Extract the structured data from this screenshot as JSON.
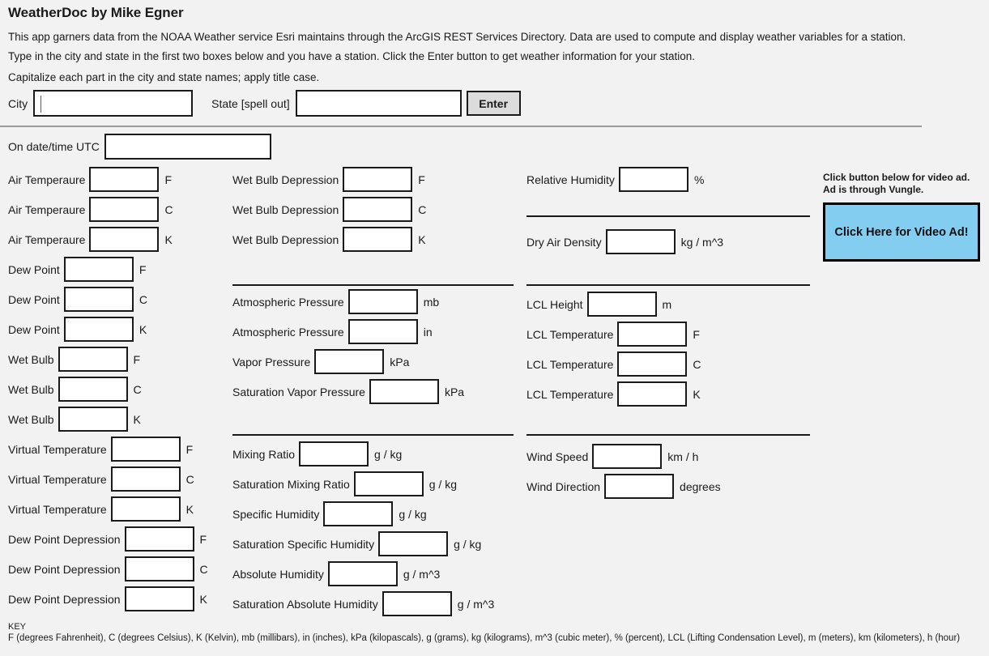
{
  "header": {
    "title": "WeatherDoc by Mike Egner",
    "intro_line_1": "This app garners data from the NOAA Weather service Esri maintains through the ArcGIS REST Services Directory.  Data are used to compute and display weather variables for a station.",
    "intro_line_2": "Type in the city and state in the first two boxes below and you have a station.  Click the Enter button to get weather information for your station.",
    "intro_line_3": "Capitalize each part in the city and state names; apply title case."
  },
  "entry": {
    "city_label": "City",
    "city_value": "",
    "state_label": "State [spell out]",
    "state_value": "",
    "enter_label": "Enter"
  },
  "datetime": {
    "label": "On date/time UTC",
    "value": ""
  },
  "columns": {
    "left": [
      {
        "label": "Air Temperaure",
        "value": "",
        "unit": "F"
      },
      {
        "label": "Air Temperaure",
        "value": "",
        "unit": "C"
      },
      {
        "label": "Air Temperaure",
        "value": "",
        "unit": "K"
      },
      {
        "label": "Dew Point",
        "value": "",
        "unit": "F"
      },
      {
        "label": "Dew Point",
        "value": "",
        "unit": "C"
      },
      {
        "label": "Dew Point",
        "value": "",
        "unit": "K"
      },
      {
        "label": "Wet Bulb",
        "value": "",
        "unit": "F"
      },
      {
        "label": "Wet Bulb",
        "value": "",
        "unit": "C"
      },
      {
        "label": "Wet Bulb",
        "value": "",
        "unit": "K"
      },
      {
        "label": "Virtual Temperature",
        "value": "",
        "unit": "F"
      },
      {
        "label": "Virtual Temperature",
        "value": "",
        "unit": "C"
      },
      {
        "label": "Virtual Temperature",
        "value": "",
        "unit": "K"
      },
      {
        "label": "Dew Point Depression",
        "value": "",
        "unit": "F"
      },
      {
        "label": "Dew Point Depression",
        "value": "",
        "unit": "C"
      },
      {
        "label": "Dew Point Depression",
        "value": "",
        "unit": "K"
      }
    ],
    "middle_group_1": [
      {
        "label": "Wet Bulb Depression",
        "value": "",
        "unit": "F"
      },
      {
        "label": "Wet Bulb Depression",
        "value": "",
        "unit": "C"
      },
      {
        "label": "Wet Bulb Depression",
        "value": "",
        "unit": "K"
      }
    ],
    "middle_group_2": [
      {
        "label": "Atmospheric Pressure",
        "value": "",
        "unit": "mb"
      },
      {
        "label": "Atmospheric Pressure",
        "value": "",
        "unit": "in"
      },
      {
        "label": "Vapor Pressure",
        "value": "",
        "unit": "kPa"
      },
      {
        "label": "Saturation Vapor Pressure",
        "value": "",
        "unit": "kPa"
      }
    ],
    "middle_group_3": [
      {
        "label": "Mixing Ratio",
        "value": "",
        "unit": "g / kg"
      },
      {
        "label": "Saturation Mixing Ratio",
        "value": "",
        "unit": "g / kg"
      },
      {
        "label": "Specific Humidity",
        "value": "",
        "unit": "g / kg"
      },
      {
        "label": "Saturation Specific Humidity",
        "value": "",
        "unit": "g / kg"
      },
      {
        "label": "Absolute Humidity",
        "value": "",
        "unit": "g / m^3"
      },
      {
        "label": "Saturation Absolute Humidity",
        "value": "",
        "unit": "g / m^3"
      }
    ],
    "right_group_1": [
      {
        "label": "Relative Humidity",
        "value": "",
        "unit": "%"
      }
    ],
    "right_group_2": [
      {
        "label": "Dry Air Density",
        "value": "",
        "unit": "kg / m^3"
      }
    ],
    "right_group_3": [
      {
        "label": "LCL Height",
        "value": "",
        "unit": "m"
      },
      {
        "label": "LCL Temperature",
        "value": "",
        "unit": "F"
      },
      {
        "label": "LCL Temperature",
        "value": "",
        "unit": "C"
      },
      {
        "label": "LCL Temperature",
        "value": "",
        "unit": "K"
      }
    ],
    "right_group_4": [
      {
        "label": "Wind Speed",
        "value": "",
        "unit": "km / h"
      },
      {
        "label": "Wind Direction",
        "value": "",
        "unit": "degrees"
      }
    ]
  },
  "ad": {
    "note_line_1": "Click button below for video ad.",
    "note_line_2": "Ad is through Vungle.",
    "button_label": "Click Here for Video Ad!",
    "button_color": "#82cdf0"
  },
  "key": {
    "title": "KEY",
    "text": "F (degrees  Fahrenheit), C (degrees Celsius), K (Kelvin), mb (millibars), in (inches), kPa (kilopascals), g (grams), kg (kilograms), m^3 (cubic meter), % (percent), LCL (Lifting Condensation Level), m (meters), km (kilometers), h (hour)"
  }
}
